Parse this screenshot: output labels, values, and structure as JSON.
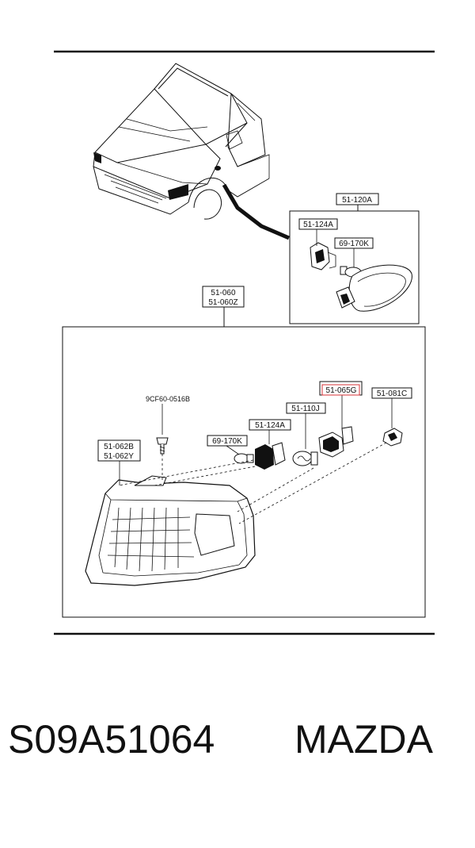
{
  "callouts": {
    "side_marker_assembly": "51-120A",
    "side_socket": "51-124A",
    "side_bulb": "69-170K",
    "assembly_primary": "51-060",
    "assembly_secondary": "51-060Z",
    "screw": "9CF60-0516B",
    "lens_primary": "51-062B",
    "lens_secondary": "51-062Y",
    "bulb_small": "69-170K",
    "socket": "51-124A",
    "bulb_large": "51-110J",
    "socket_highlighted": "51-065G",
    "grommet": "51-081C"
  },
  "footer": {
    "part_number": "S09A51064",
    "brand": "MAZDA"
  },
  "colors": {
    "highlight": "#d9343a",
    "ink": "#111111"
  }
}
